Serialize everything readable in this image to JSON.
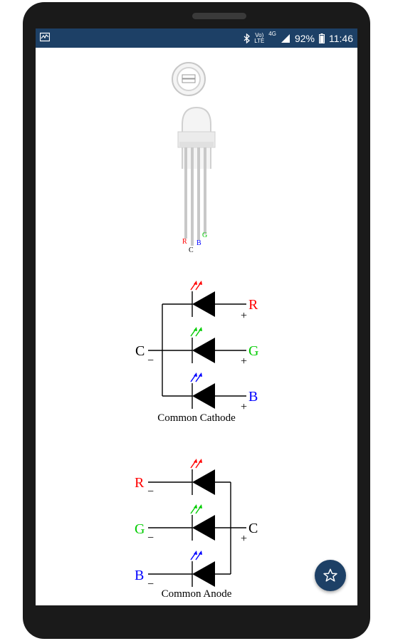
{
  "status_bar": {
    "battery": "92%",
    "time": "11:46",
    "network_top": "Vo)",
    "network_bottom": "LTE",
    "signal_type": "4G",
    "icons": [
      "activity-icon",
      "bluetooth-icon",
      "signal-icon",
      "battery-icon"
    ]
  },
  "led_diagram": {
    "pins": [
      "R",
      "C",
      "B",
      "G"
    ]
  },
  "cathode": {
    "caption": "Common Cathode",
    "common": "C",
    "common_sign": "−",
    "rows": [
      {
        "label": "R",
        "sign": "+",
        "color": "#ff0000"
      },
      {
        "label": "G",
        "sign": "+",
        "color": "#00cc00"
      },
      {
        "label": "B",
        "sign": "+",
        "color": "#0000ff"
      }
    ]
  },
  "anode": {
    "caption": "Common Anode",
    "common": "C",
    "common_sign": "+",
    "rows": [
      {
        "label": "R",
        "sign": "−",
        "color": "#ff0000"
      },
      {
        "label": "G",
        "sign": "−",
        "color": "#00cc00"
      },
      {
        "label": "B",
        "sign": "−",
        "color": "#0000ff"
      }
    ]
  },
  "fab": {
    "icon": "star-icon"
  }
}
